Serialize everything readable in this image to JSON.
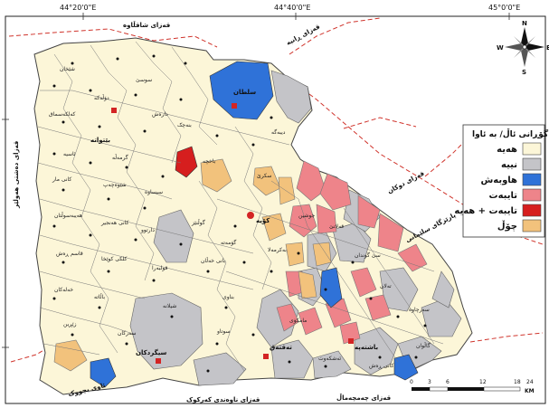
{
  "coords": {
    "top": [
      "44°20'0\"E",
      "44°40'0\"E",
      "45°0'0\"E"
    ]
  },
  "regions": {
    "north": "قەزای شاقڵاوە",
    "north_east": "قەزای ڕانیە",
    "west": "قەزای دەشتی هەولێر",
    "east": "قەزای دوکان",
    "south_west": "ئاوی بچووک",
    "south": "قەزای ناوەندی کەرکوک",
    "south_east": "قەزای چەمچەماڵ",
    "province": "پارێزگای سلێمانی"
  },
  "towns": {
    "koya": "کۆیە",
    "sikirdkan": "سیگردکان",
    "taqtaq": "تەقتەق",
    "betwata": "بێتواتە",
    "bashtepe": "باشتەپە",
    "sultan": "سلطان"
  },
  "village_labels": [
    "شێخان",
    "سوسێ",
    "دۆڵەکە",
    "کەلکەسماق",
    "دارەش",
    "بنەچک",
    "ئاسیە",
    "گرمەڵە",
    "کانی مار",
    "شێوەچەپ",
    "سیساوە",
    "هەیبەسوڵتان",
    "کانی هەنجیر",
    "دارتوو",
    "گوڵنێز",
    "قاسم ڕەش",
    "کلکی کوێخا",
    "قولبەرا",
    "بانی خەڵان",
    "خەلەکان",
    "باڵاتە",
    "شیلانە",
    "بناوی",
    "زێڕین",
    "سەرکان",
    "سوتاو",
    "باخچە",
    "سکرێ",
    "گۆمەتە",
    "بەکرمەلا",
    "جوشین",
    "قەلاتێ",
    "سێ گوندان",
    "تەلان",
    "سەرچاوە",
    "مامکۆی",
    "ئەشکەوت",
    "کانی ڕەش",
    "گاڵوان",
    "دیبەگە"
  ],
  "legend": {
    "title": "گۆڕانی ئاڵ/ بە ئاوا",
    "items": [
      {
        "label": "هەیە",
        "color": "#fcf6d8"
      },
      {
        "label": "نییە",
        "color": "#c4c4c8"
      },
      {
        "label": "هاوبەش",
        "color": "#2f72d8"
      },
      {
        "label": "تایبەت",
        "color": "#ee848a"
      },
      {
        "label": "تایبەت + هەیە",
        "color": "#d61e1e"
      },
      {
        "label": "چۆڵ",
        "color": "#f2c27c"
      }
    ]
  },
  "scale": {
    "ticks": [
      "0",
      "3",
      "6",
      "12",
      "18",
      "24"
    ],
    "unit": "KM"
  },
  "compass": {
    "north": "N",
    "south": "S",
    "east": "E",
    "west": "W"
  },
  "colors": {
    "border": "#555555",
    "boundary_dash": "#d0342c",
    "marker": "#d32424"
  }
}
